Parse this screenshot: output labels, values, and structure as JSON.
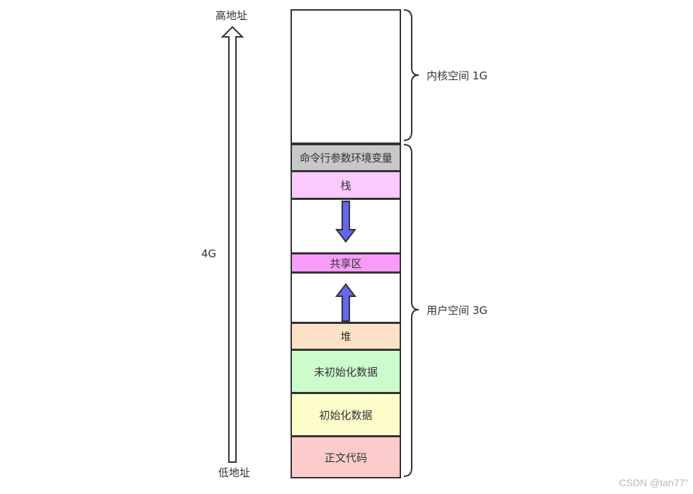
{
  "labels": {
    "high_address": "高地址",
    "low_address": "低地址",
    "total": "4G",
    "kernel_space": "内核空间 1G",
    "user_space": "用户空间 3G"
  },
  "segments": {
    "kernel": "",
    "cmdline_env": "命令行参数环境变量",
    "stack": "栈",
    "gap_down": "",
    "shared": "共享区",
    "gap_up": "",
    "heap": "堆",
    "bss": "未初始化数据",
    "data": "初始化数据",
    "text": "正文代码"
  },
  "colors": {
    "kernel": "#ffffff",
    "cmdline_env": "#c8c8c8",
    "stack": "#fcc9fc",
    "shared": "#f99bf9",
    "heap": "#fde1c7",
    "bss": "#ccfccc",
    "data": "#fdfccb",
    "text": "#fccccc",
    "arrow": "#6666ee"
  },
  "watermark": "CSDN @tan77°"
}
